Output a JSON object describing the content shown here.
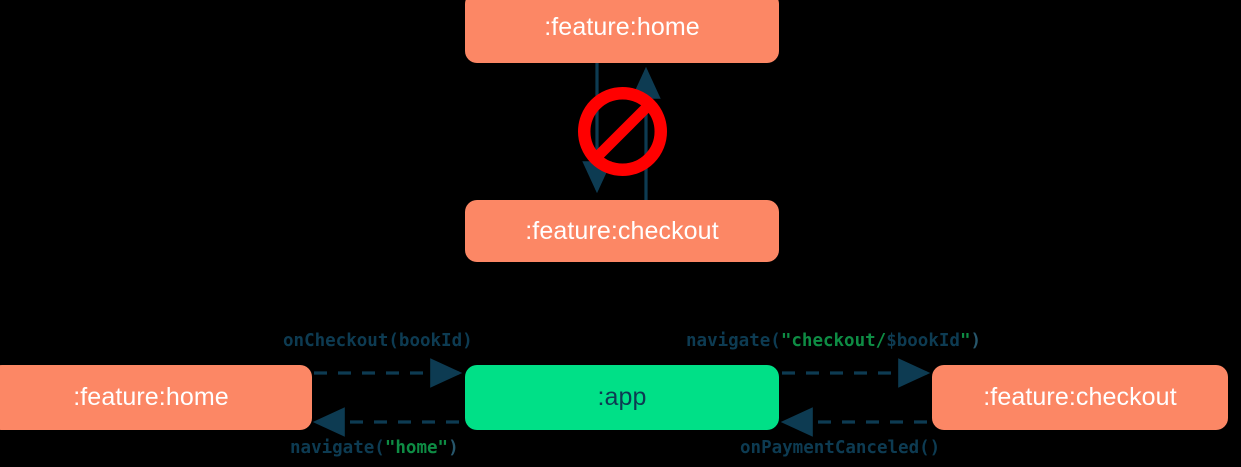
{
  "diagram": {
    "title": "module navigation dependency diagram",
    "colors": {
      "feature_node": "#fc8765",
      "app_node": "#00e087",
      "arrow": "#0d3b52",
      "string_literal": "#0e8c44",
      "forbidden": "#ff0000",
      "background": "#000000"
    },
    "top_section": {
      "nodes": [
        {
          "id": "home",
          "label": ":feature:home"
        },
        {
          "id": "checkout",
          "label": ":feature:checkout"
        }
      ],
      "forbidden_marker": {
        "icon": "no-entry-sign",
        "glyph": "🚫",
        "meaning": "direct dependency between feature modules is not allowed"
      },
      "edges": [
        {
          "from": "home",
          "to": "checkout",
          "direction": "down",
          "style": "solid"
        },
        {
          "from": "checkout",
          "to": "home",
          "direction": "up",
          "style": "solid"
        }
      ]
    },
    "bottom_section": {
      "nodes": [
        {
          "id": "home",
          "label": ":feature:home"
        },
        {
          "id": "app",
          "label": ":app"
        },
        {
          "id": "checkout",
          "label": ":feature:checkout"
        }
      ],
      "edges": [
        {
          "id": "oncheckout",
          "from": "home",
          "to": "app",
          "direction": "right",
          "style": "dashed",
          "label": {
            "prefix": "onCheckout(",
            "literal": "bookId",
            "literal_kind": "identifier",
            "suffix": ")"
          }
        },
        {
          "id": "navigate-checkout",
          "from": "app",
          "to": "checkout",
          "direction": "right",
          "style": "dashed",
          "label": {
            "prefix": "navigate(",
            "quote_open": "\"",
            "literal": "checkout/",
            "interp": "$bookId",
            "quote_close": "\"",
            "suffix": ")"
          }
        },
        {
          "id": "navigate-home",
          "from": "app",
          "to": "home",
          "direction": "left",
          "style": "dashed",
          "label": {
            "prefix": "navigate(",
            "quote_open": "\"",
            "literal": "home",
            "quote_close": "\"",
            "suffix": ")"
          }
        },
        {
          "id": "onpaymentcanceled",
          "from": "checkout",
          "to": "app",
          "direction": "left",
          "style": "dashed",
          "label": {
            "prefix": "onPaymentCanceled()"
          }
        }
      ]
    }
  }
}
